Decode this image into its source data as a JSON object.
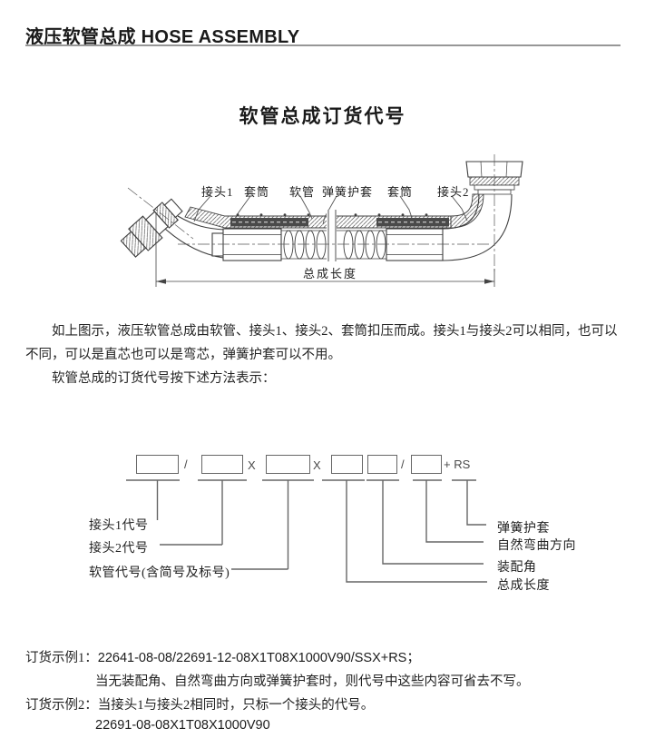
{
  "header": {
    "title": "液压软管总成 HOSE ASSEMBLY"
  },
  "section": {
    "title": "软管总成订货代号"
  },
  "hose_diagram": {
    "part_labels": [
      "接头1",
      "套筒",
      "软管",
      "弹簧护套",
      "套筒",
      "接头2"
    ],
    "dimension_label": "总成长度"
  },
  "body": {
    "paragraph1": "如上图示，液压软管总成由软管、接头1、接头2、套筒扣压而成。接头1与接头2可以相同，也可以不同，可以是直芯也可以是弯芯，弹簧护套可以不用。",
    "paragraph2": "软管总成的订货代号按下述方法表示："
  },
  "code_diagram": {
    "separators": [
      "/",
      "X",
      "X",
      "/",
      "+ RS"
    ],
    "left_labels": [
      "接头1代号",
      "接头2代号",
      "软管代号(含简号及标号)"
    ],
    "right_labels": [
      "弹簧护套",
      "自然弯曲方向",
      "装配角",
      "总成长度"
    ]
  },
  "examples": {
    "label1": "订货示例1：",
    "code1": "22641-08-08/22691-12-08X1T08X1000V90/SSX+RS；",
    "note1": "当无装配角、自然弯曲方向或弹簧护套时，则代号中这些内容可省去不写。",
    "label2": "订货示例2：",
    "note2": "当接头1与接头2相同时，只标一个接头的代号。",
    "code2": "22691-08-08X1T08X1000V90"
  },
  "colors": {
    "ink": "#1f1f1f",
    "line": "#666666",
    "rule": "#979797"
  }
}
